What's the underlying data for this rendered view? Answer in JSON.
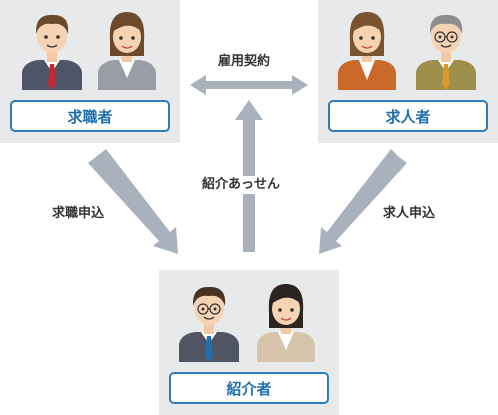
{
  "nodes": {
    "job_seeker": {
      "label": "求職者"
    },
    "employer": {
      "label": "求人者"
    },
    "agency": {
      "label": "紹介者"
    }
  },
  "edges": {
    "employment_contract": "雇用契約",
    "job_application": "求職申込",
    "job_offer_application": "求人申込",
    "referral_mediation": "紹介あっせん"
  },
  "colors": {
    "panel_bg": "#e8e9eb",
    "label_border": "#2f7cb8",
    "label_text": "#1f6fad",
    "arrow": "#a9b2bc"
  }
}
